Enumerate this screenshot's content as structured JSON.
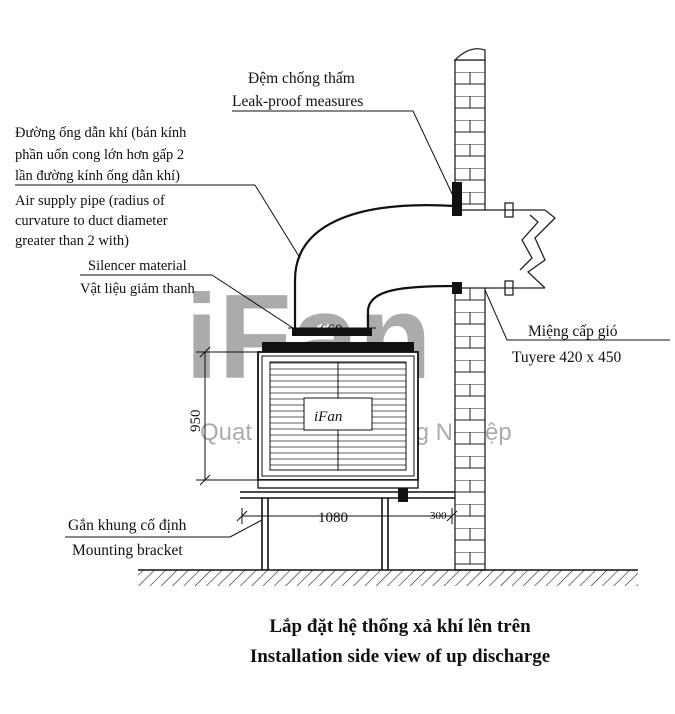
{
  "labels": {
    "leak_proof_vi": "Đệm chống thấm",
    "leak_proof_en": "Leak-proof measures",
    "air_pipe_vi_1": "Đường ống dẫn khí (bán kính",
    "air_pipe_vi_2": "phần uốn cong lớn hơn gấp 2",
    "air_pipe_vi_3": "lần đường kính ống dẫn khí)",
    "air_pipe_en_1": "Air supply pipe (radius of",
    "air_pipe_en_2": "curvature to duct diameter",
    "air_pipe_en_3": "greater than 2 with)",
    "silencer_en": "Silencer material",
    "silencer_vi": "Vật liệu giảm thanh",
    "tuyere_vi": "Miệng cấp gió",
    "tuyere_en": "Tuyere  420 x 450",
    "bracket_vi": "Gắn khung cố định",
    "bracket_en": "Mounting bracket"
  },
  "dimensions": {
    "duct_width": "660",
    "unit_height": "950",
    "bracket_length": "1080",
    "wall_offset": "300"
  },
  "unit_logo": "iFan",
  "watermark": {
    "brand": "iFan",
    "tagline": "Quạt Hơi Nước Công Nghiệp",
    "color": "#8fc98a"
  },
  "caption": {
    "vi": "Lắp đặt hệ thống xả khí lên trên",
    "en": "Installation side view of up discharge"
  }
}
